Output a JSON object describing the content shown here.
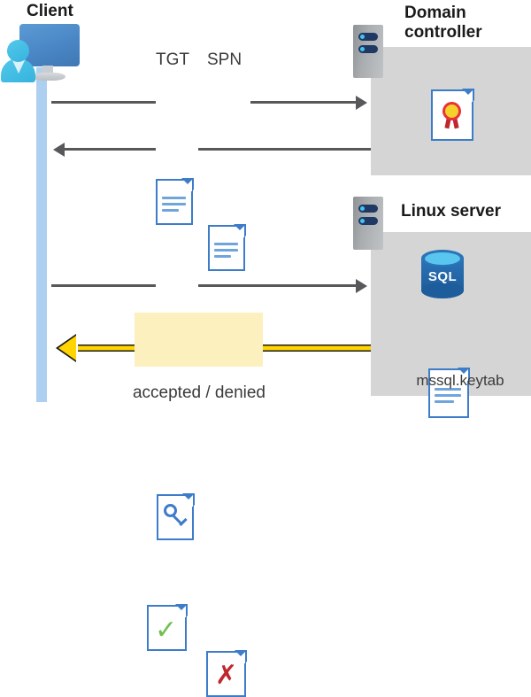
{
  "diagram": {
    "title": "Kerberos authentication flow between client, domain controller and Linux server",
    "actors": {
      "client": {
        "label": "Client",
        "icon": "user-workstation-icon"
      },
      "domain_controller": {
        "label": "Domain controller",
        "icon": "server-rack-icon"
      },
      "linux_server": {
        "label": "Linux server",
        "icon": "server-rack-icon"
      }
    },
    "messages": [
      {
        "id": "msg-request",
        "labels": [
          "TGT",
          "SPN"
        ],
        "direction": "right",
        "from": "client",
        "to": "domain_controller",
        "icons": [
          "document-icon",
          "document-icon"
        ]
      },
      {
        "id": "msg-ticket",
        "labels": [],
        "direction": "left",
        "from": "domain_controller",
        "to": "client",
        "icons": [
          "key-document-icon"
        ]
      },
      {
        "id": "msg-present-ticket",
        "labels": [],
        "direction": "right",
        "from": "client",
        "to": "linux_server",
        "icons": [
          "key-document-icon"
        ]
      },
      {
        "id": "msg-result",
        "labels": [
          "accepted / denied"
        ],
        "direction": "left",
        "from": "linux_server",
        "to": "client",
        "icons": [
          "accepted-document-icon",
          "denied-document-icon"
        ]
      }
    ],
    "labels": {
      "tgt": "TGT",
      "spn": "SPN",
      "accepted_denied": "accepted / denied",
      "keytab_file": "mssql.keytab",
      "sql_badge": "SQL"
    },
    "artifacts": {
      "domain_controller": [
        {
          "name": "certificate-icon",
          "label": ""
        }
      ],
      "linux_server": [
        {
          "name": "sql-database-icon",
          "label": "SQL"
        },
        {
          "name": "keytab-document-icon",
          "label": "mssql.keytab"
        }
      ]
    },
    "colors": {
      "lifeline": "#aed0f0",
      "panel": "#d5d5d5",
      "arrow": "#58585a",
      "highlight_arrow": "#ffd400",
      "highlight_box": "#fcf0bf",
      "doc_border": "#3d7cc9",
      "accepted": "#6ec04d",
      "denied": "#c0272d",
      "sql_blue": "#2b74b8"
    }
  }
}
